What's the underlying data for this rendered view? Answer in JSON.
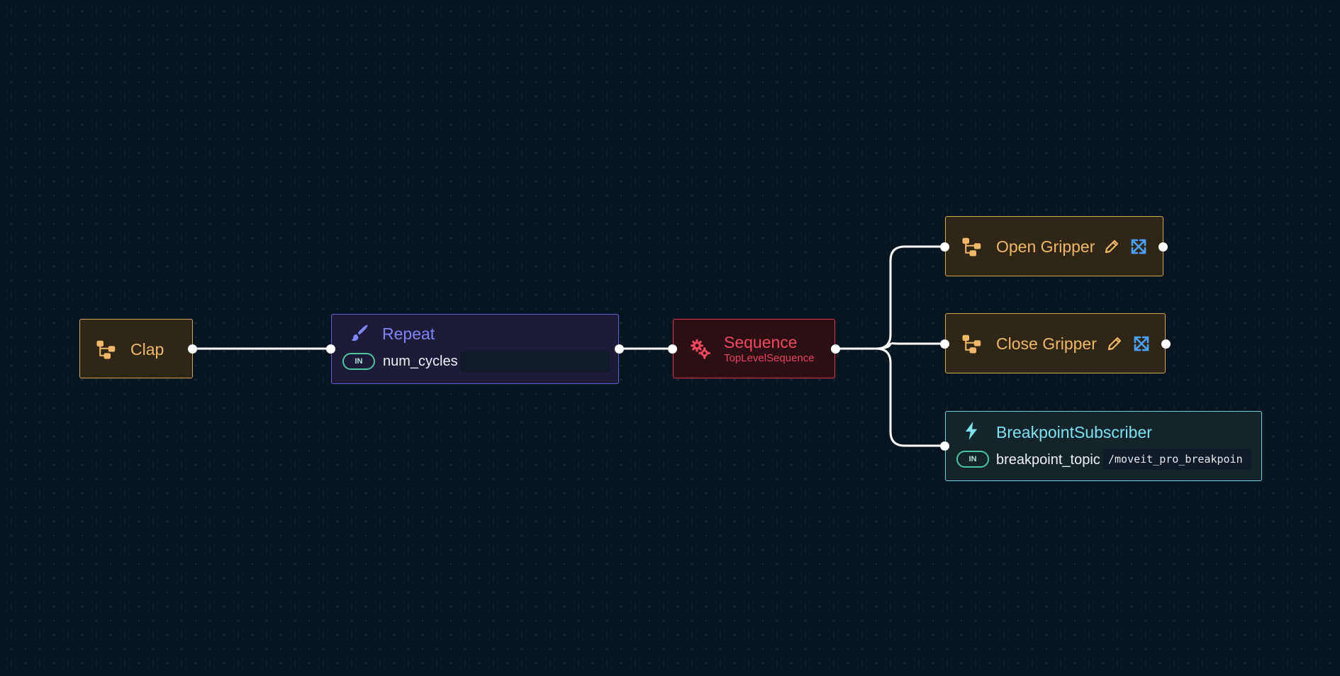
{
  "nodes": {
    "clap": {
      "title": "Clap",
      "icon": "subtree-icon",
      "accent": "#d6a657"
    },
    "repeat": {
      "title": "Repeat",
      "icon": "brush-icon",
      "accent": "#5f63d6",
      "port": {
        "direction": "IN",
        "name": "num_cycles",
        "value": ""
      }
    },
    "sequence": {
      "title": "Sequence",
      "subtitle": "TopLevelSequence",
      "icon": "gears-icon",
      "accent": "#e0364f"
    },
    "open_gripper": {
      "title": "Open Gripper",
      "icon": "subtree-icon",
      "actions": [
        "pencil-icon",
        "expand-icon"
      ]
    },
    "close_gripper": {
      "title": "Close Gripper",
      "icon": "subtree-icon",
      "actions": [
        "pencil-icon",
        "expand-icon"
      ]
    },
    "breakpoint": {
      "title": "BreakpointSubscriber",
      "icon": "lightning-icon",
      "accent": "#6fd3e2",
      "port": {
        "direction": "IN",
        "name": "breakpoint_topic",
        "value": "/moveit_pro_breakpoin"
      }
    }
  },
  "edges": [
    [
      "Clap",
      "Repeat"
    ],
    [
      "Repeat",
      "Sequence"
    ],
    [
      "Sequence",
      "Open Gripper"
    ],
    [
      "Sequence",
      "Close Gripper"
    ],
    [
      "Sequence",
      "BreakpointSubscriber"
    ]
  ],
  "colors": {
    "background": "#071521",
    "edge": "#ffffff"
  }
}
